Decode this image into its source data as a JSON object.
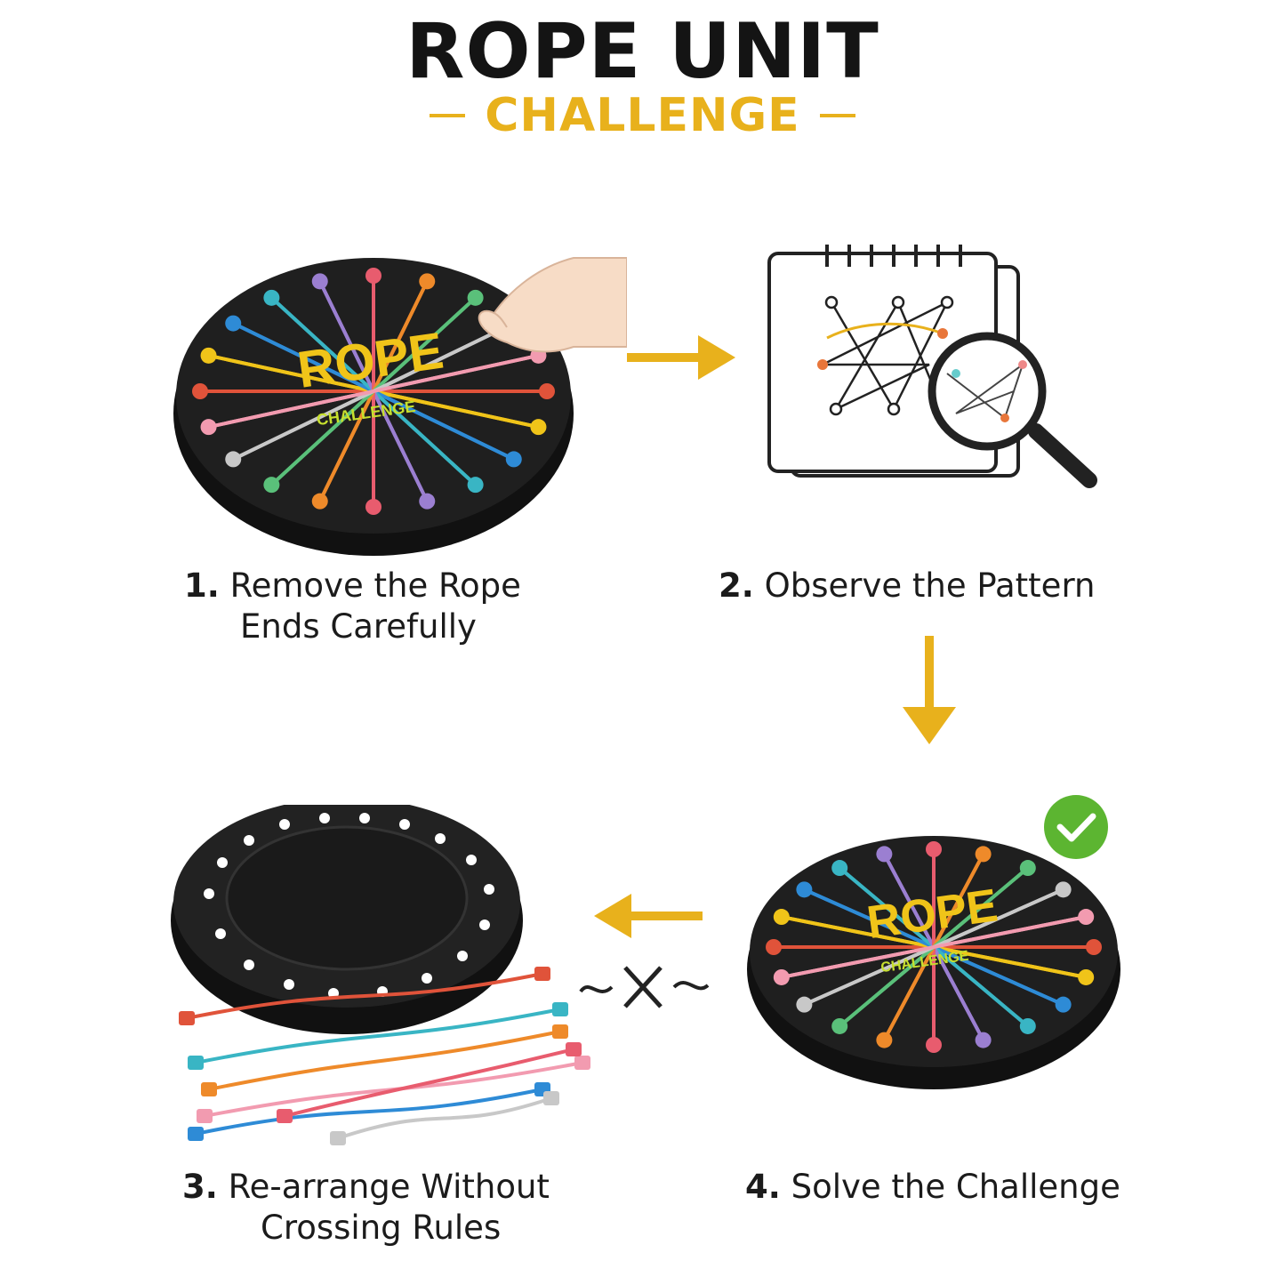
{
  "header": {
    "title": "ROPE UNIT",
    "subtitle": "CHALLENGE"
  },
  "board_logo": {
    "word": "ROPE",
    "sub": "CHALLENGE"
  },
  "steps": [
    {
      "num": "1.",
      "line1": "Remove the Rope",
      "line2": "Ends Carefully"
    },
    {
      "num": "2.",
      "line1": "Observe the Pattern",
      "line2": ""
    },
    {
      "num": "3.",
      "line1": "Re-arrange Without",
      "line2": "Crossing Rules"
    },
    {
      "num": "4.",
      "line1": "Solve the Challenge",
      "line2": ""
    }
  ],
  "colors": {
    "accent": "#e8b11c",
    "board": "#1c1c1c",
    "check": "#5cb531"
  },
  "icons": [
    "hand-icon",
    "notebook-icon",
    "magnifier-icon",
    "check-icon",
    "no-crossing-icon",
    "arrow-right-icon",
    "arrow-down-icon",
    "arrow-left-icon"
  ]
}
